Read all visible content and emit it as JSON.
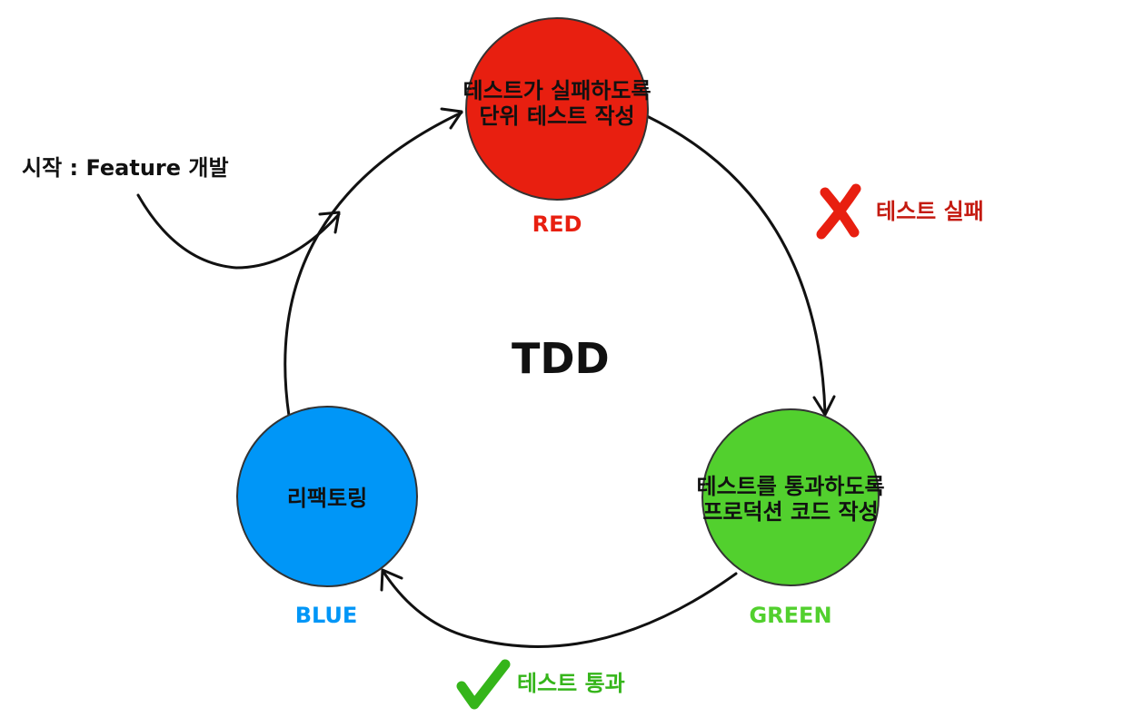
{
  "center": {
    "title": "TDD"
  },
  "start": {
    "label": "시작 : Feature 개발"
  },
  "nodes": {
    "red": {
      "color_name": "RED",
      "fill": "#e81f10",
      "label_color": "#e81f10",
      "text_lines": [
        "테스트가 실패하도록",
        "단위 테스트 작성"
      ]
    },
    "green": {
      "color_name": "GREEN",
      "fill": "#52d02e",
      "label_color": "#52d02e",
      "text_lines": [
        "테스트를 통과하도록",
        "프로덕션 코드 작성"
      ]
    },
    "blue": {
      "color_name": "BLUE",
      "fill": "#0096f7",
      "label_color": "#0096f7",
      "text_lines": [
        "리팩토링"
      ]
    }
  },
  "transitions": {
    "fail": {
      "label": "테스트 실패",
      "icon": "cross-mark-icon",
      "color": "#c41a10"
    },
    "pass": {
      "label": "테스트 통과",
      "icon": "check-mark-icon",
      "color": "#35b51a"
    }
  }
}
